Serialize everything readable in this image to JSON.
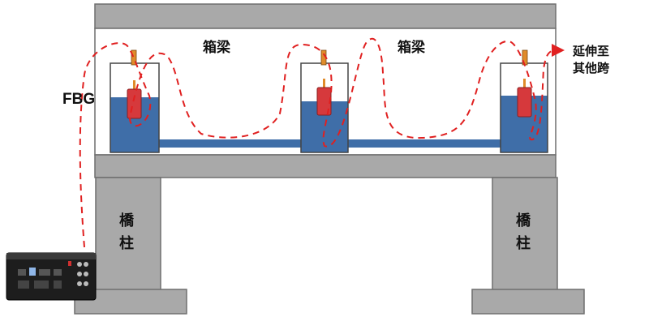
{
  "labels": {
    "box_girder_left": "箱梁",
    "box_girder_right": "箱梁",
    "fbg": "FBG",
    "extend_line1": "延伸至",
    "extend_line2": "其他跨",
    "pier_left_1": "橋",
    "pier_left_2": "柱",
    "pier_right_1": "橋",
    "pier_right_2": "柱"
  },
  "colors": {
    "concrete": "#a9a9a9",
    "concrete_edge": "#6f6f6f",
    "water": "#3f6ea8",
    "sensor_red": "#d6393c",
    "fiber": "#e02020",
    "sensor_bar": "#e08b2a"
  },
  "components": {
    "containers": 3,
    "connecting_pipes": 2,
    "piers": 2
  }
}
